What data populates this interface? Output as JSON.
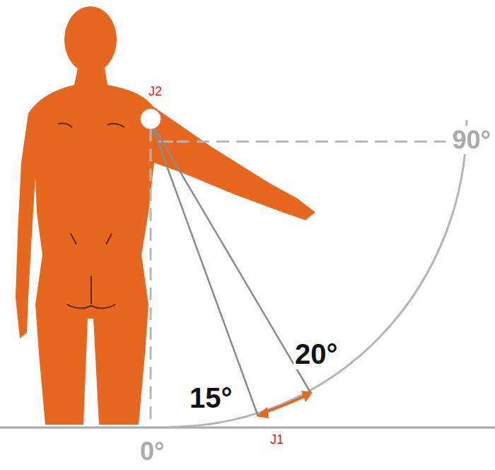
{
  "diagram": {
    "labels": [
      "J2",
      "90°",
      "20°",
      "15°",
      "J1",
      "0°"
    ]
  }
}
